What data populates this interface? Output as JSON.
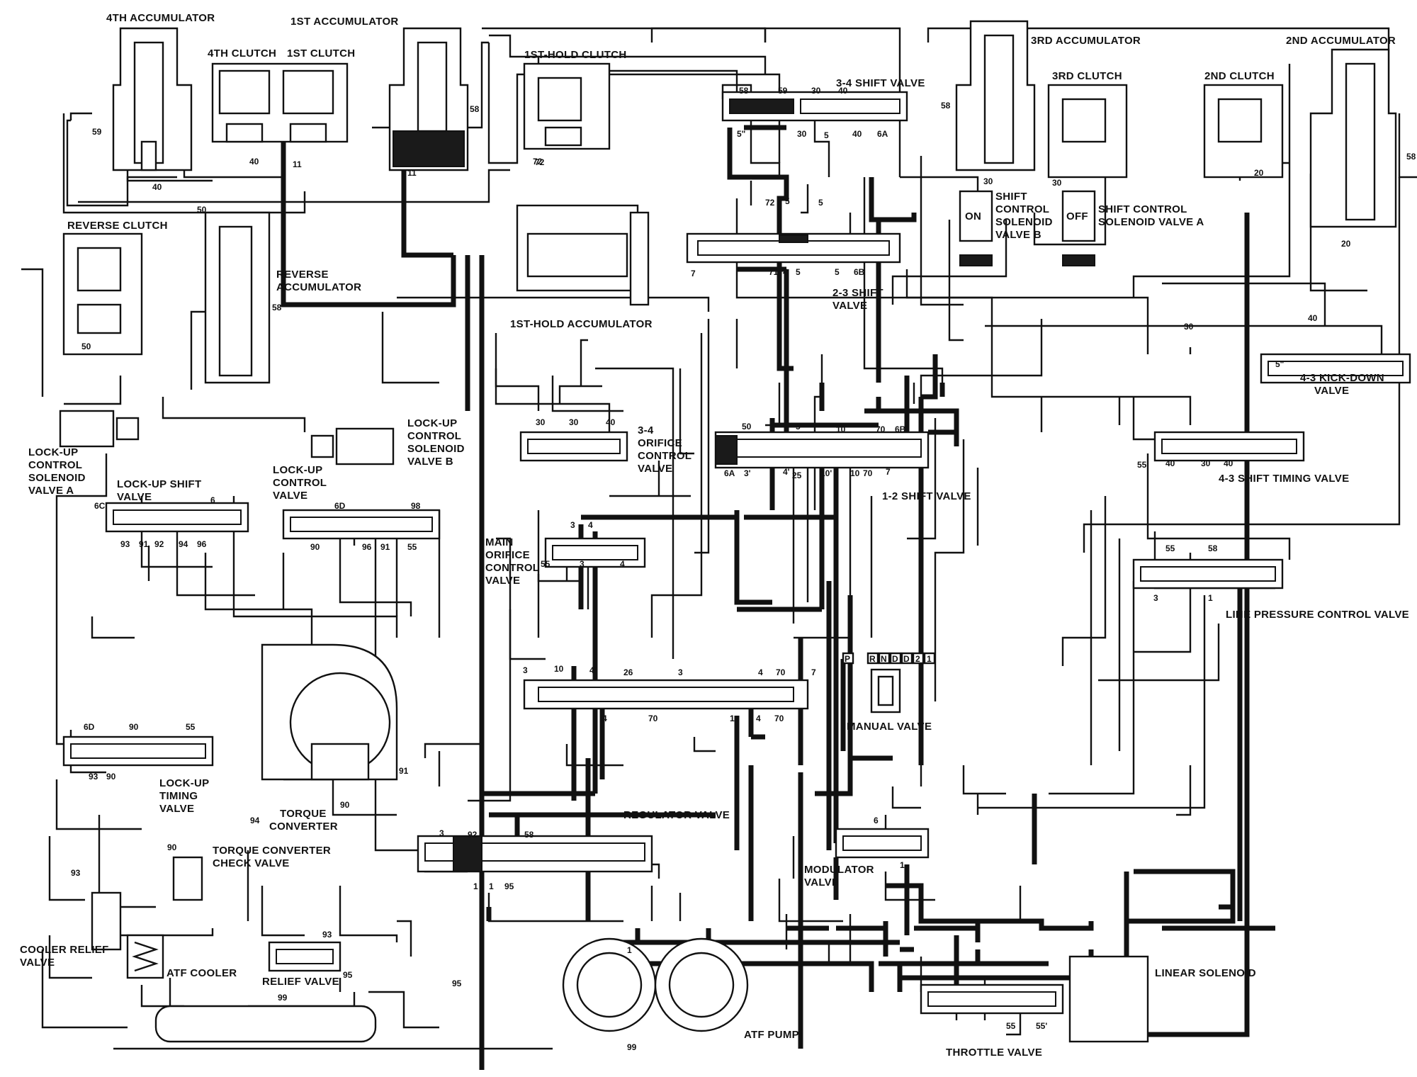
{
  "components": {
    "accumulator_4th": "4TH ACCUMULATOR",
    "accumulator_1st": "1ST ACCUMULATOR",
    "clutch_4th": "4TH CLUTCH",
    "clutch_1st": "1ST CLUTCH",
    "clutch_1st_hold": "1ST-HOLD CLUTCH",
    "valve_3_4_shift": "3-4 SHIFT VALVE",
    "accumulator_3rd": "3RD ACCUMULATOR",
    "clutch_3rd": "3RD CLUTCH",
    "clutch_2nd": "2ND  CLUTCH",
    "accumulator_2nd": "2ND ACCUMULATOR",
    "clutch_reverse": "REVERSE CLUTCH",
    "accumulator_reverse_1": "REVERSE",
    "accumulator_reverse_2": "ACCUMULATOR",
    "solenoid_shift_b_1": "SHIFT",
    "solenoid_shift_b_2": "CONTROL",
    "solenoid_shift_b_3": "SOLENOID",
    "solenoid_shift_b_4": "VALVE B",
    "solenoid_shift_a_1": "SHIFT  CONTROL",
    "solenoid_shift_a_2": "SOLENOID VALVE A",
    "state_on": "ON",
    "state_off": "OFF",
    "valve_2_3_shift_1": "2-3 SHIFT",
    "valve_2_3_shift_2": "VALVE",
    "accumulator_1st_hold": "1ST-HOLD ACCUMULATOR",
    "valve_4_3_kickdown_1": "4-3 KICK-DOWN",
    "valve_4_3_kickdown_2": "VALVE",
    "solenoid_lockup_a_1": "LOCK-UP",
    "solenoid_lockup_a_2": "CONTROL",
    "solenoid_lockup_a_3": "SOLENOID",
    "solenoid_lockup_a_4": "VALVE A",
    "solenoid_lockup_b_1": "LOCK-UP",
    "solenoid_lockup_b_2": "CONTROL",
    "solenoid_lockup_b_3": "SOLENOID",
    "solenoid_lockup_b_4": "VALVE B",
    "valve_3_4_orifice_1": "3-4",
    "valve_3_4_orifice_2": "ORIFICE",
    "valve_3_4_orifice_3": "CONTROL",
    "valve_3_4_orifice_4": "VALVE",
    "valve_1_2_shift": "1-2 SHIFT VALVE",
    "valve_4_3_timing": "4-3 SHIFT TIMING VALVE",
    "valve_lockup_shift_1": "LOCK-UP SHIFT",
    "valve_lockup_shift_2": "VALVE",
    "valve_lockup_control_1": "LOCK-UP",
    "valve_lockup_control_2": "CONTROL",
    "valve_lockup_control_3": "VALVE",
    "valve_main_orifice_1": "MAIN",
    "valve_main_orifice_2": "ORIFICE",
    "valve_main_orifice_3": "CONTROL",
    "valve_main_orifice_4": "VALVE",
    "valve_line_pressure": "LINE PRESSURE CONTROL VALVE",
    "valve_manual": "MANUAL VALVE",
    "valve_lockup_timing_1": "LOCK-UP",
    "valve_lockup_timing_2": "TIMING",
    "valve_lockup_timing_3": "VALVE",
    "torque_converter_1": "TORQUE",
    "torque_converter_2": "CONVERTER",
    "valve_regulator": "REGULATOR VALVE",
    "valve_tc_check_1": "TORQUE CONVERTER",
    "valve_tc_check_2": "CHECK VALVE",
    "valve_modulator_1": "MODULATOR",
    "valve_modulator_2": "VALVE",
    "valve_cooler_relief_1": "COOLER RELIEF",
    "valve_cooler_relief_2": "VALVE",
    "atf_cooler": "ATF COOLER",
    "valve_relief": "RELIEF VALVE",
    "atf_pump": "ATF PUMP",
    "linear_solenoid": "LINEAR SOLENOID",
    "valve_throttle": "THROTTLE  VALVE"
  },
  "selector_positions": [
    "P",
    "R",
    "N",
    "D",
    "D",
    "2",
    "1"
  ],
  "port_numbers": {
    "n59a": "59",
    "n40a": "40",
    "n40b": "40",
    "n11a": "11",
    "n11b": "11",
    "n58a": "58",
    "n72a": "72",
    "n58b": "58",
    "n59b": "59",
    "n30a": "30",
    "n40c": "40",
    "n30b": "30",
    "n5a": "5",
    "n40d": "40",
    "n6aa": "6A",
    "n5b": "5\"",
    "n58c": "58",
    "n30c": "30",
    "n30d": "30",
    "n58d": "58",
    "n20a": "20",
    "n20b": "20",
    "n50a": "50",
    "n58e": "58",
    "n50b": "50",
    "n72b": "72",
    "n72c": "72",
    "n5c": "5",
    "n5d": "5",
    "n71": "71",
    "n4a": "4",
    "n5e": "5",
    "n5f": "5",
    "n6b": "6B",
    "n7a": "7",
    "n30e": "30",
    "n40e": "40",
    "n5g": "5\"",
    "n30f": "30",
    "n30g": "30",
    "n40f": "40",
    "n50c": "50",
    "n5h": "5",
    "n10a": "10",
    "n70a": "70",
    "n6bb": "6B",
    "n6ab": "6A",
    "n3a": "3'",
    "n4b": "4'",
    "n25": "25",
    "n10b": "10",
    "n70b": "70",
    "n7b": "7",
    "n10c": "10'",
    "n55a": "55",
    "n40g": "40",
    "n30h": "30",
    "n40h": "40",
    "n6c": "6C",
    "n93a": "93",
    "n91a": "91",
    "n92a": "92",
    "n94a": "94",
    "n96a": "96",
    "n6a2": "6",
    "n6d": "6D",
    "n90a": "90",
    "n96b": "96",
    "n91b": "91",
    "n55b": "55",
    "n98": "98",
    "n3b": "3",
    "n4c": "4",
    "n55c": "55",
    "n3c": "3",
    "n4d": "4",
    "n55d": "55",
    "n58f": "58",
    "n3d": "3",
    "n1a": "1",
    "n3e": "3",
    "n10d": "10",
    "n4e": "4\"",
    "n26": "26",
    "n3f": "3",
    "n4f": "4",
    "n70c": "70",
    "n7c": "7",
    "n4g": "4",
    "n70d": "70",
    "n1b": "1",
    "n4h": "4",
    "n70e": "70",
    "n6d2": "6D",
    "n90b": "90",
    "n55e": "55",
    "n93b": "93",
    "n90c": "90",
    "n91c": "91",
    "n94b": "94",
    "n90d": "90",
    "n3g": "3",
    "n92b": "92",
    "n58g": "58",
    "n1c": "1",
    "n1d": "1",
    "n95a": "95",
    "n90e": "90",
    "n93c": "93",
    "n6e": "6",
    "n1e": "1",
    "n93d": "93",
    "n95b": "95",
    "n99a": "99",
    "n99b": "99",
    "n95c": "95",
    "n1f": "1",
    "n55f": "55",
    "n55g": "55'"
  }
}
